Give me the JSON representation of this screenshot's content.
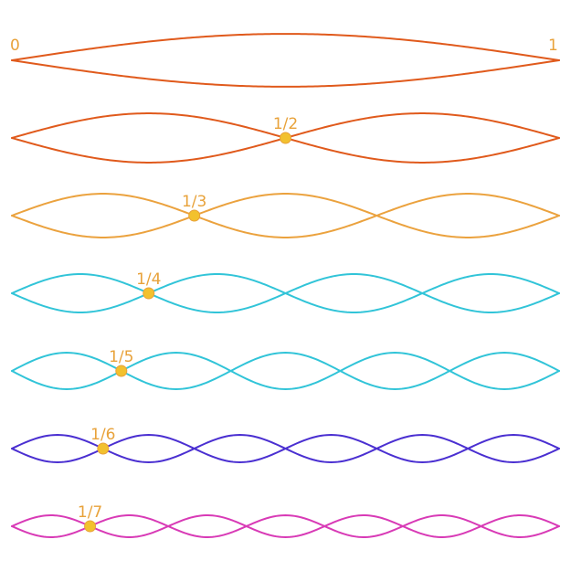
{
  "end_labels": {
    "left": "0",
    "right": "1"
  },
  "label_color": "#e8a23a",
  "node_color": "#f2c12e",
  "node_stroke": "#e8a23a",
  "harmonics": [
    {
      "n": 1,
      "color": "#e05a1c",
      "amplitude_ratio": 0.0483,
      "node_label": ""
    },
    {
      "n": 2,
      "color": "#e05a1c",
      "amplitude_ratio": 0.045,
      "node_label": "1/2"
    },
    {
      "n": 3,
      "color": "#eba23e",
      "amplitude_ratio": 0.04,
      "node_label": "1/3"
    },
    {
      "n": 4,
      "color": "#31c4d8",
      "amplitude_ratio": 0.035,
      "node_label": "1/4"
    },
    {
      "n": 5,
      "color": "#31c4d8",
      "amplitude_ratio": 0.0333,
      "node_label": "1/5"
    },
    {
      "n": 6,
      "color": "#4a2fd1",
      "amplitude_ratio": 0.025,
      "node_label": "1/6"
    },
    {
      "n": 7,
      "color": "#d83ab6",
      "amplitude_ratio": 0.02,
      "node_label": "1/7"
    }
  ]
}
